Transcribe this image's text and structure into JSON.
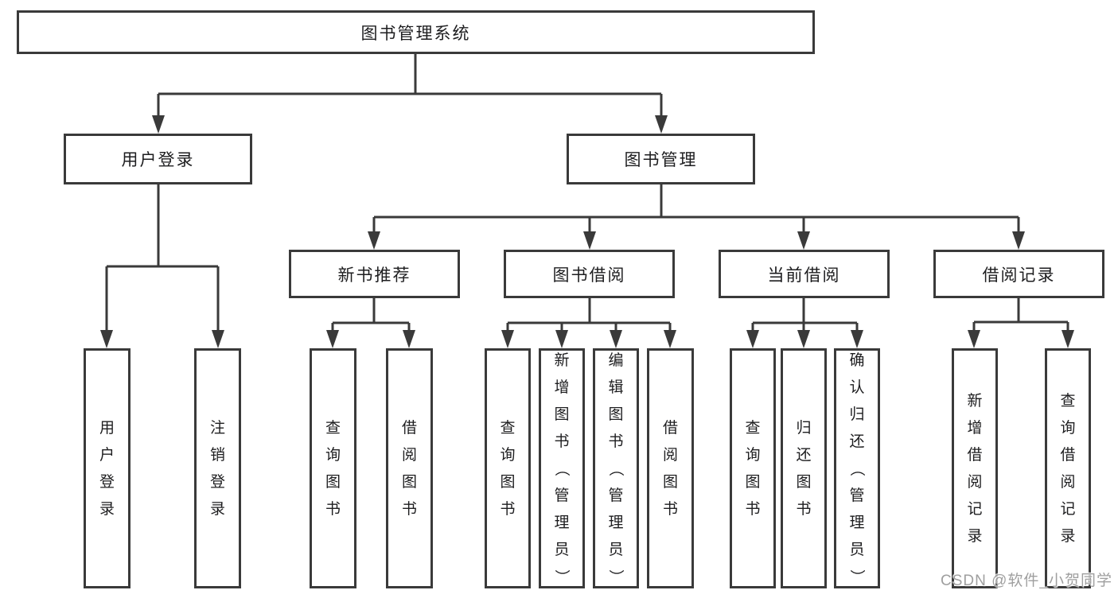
{
  "colors": {
    "line": "#3a3a3a",
    "text": "#1d1d1f",
    "bg": "#ffffff",
    "watermark": "#9f9f9f"
  },
  "watermark": {
    "text": "CSDN @软件_小贺同学"
  },
  "tree": {
    "root": {
      "label": "图书管理系统"
    },
    "branches": [
      {
        "label": "用户登录",
        "children": [
          {
            "label": "用户登录"
          },
          {
            "label": "注销登录"
          }
        ]
      },
      {
        "label": "图书管理",
        "sections": [
          {
            "label": "新书推荐",
            "children": [
              {
                "label": "查询图书"
              },
              {
                "label": "借阅图书"
              }
            ]
          },
          {
            "label": "图书借阅",
            "children": [
              {
                "label": "查询图书"
              },
              {
                "label": "新增图书（管理员）"
              },
              {
                "label": "编辑图书（管理员）"
              },
              {
                "label": "借阅图书"
              }
            ]
          },
          {
            "label": "当前借阅",
            "children": [
              {
                "label": "查询图书"
              },
              {
                "label": "归还图书"
              },
              {
                "label": "确认归还（管理员）"
              }
            ]
          },
          {
            "label": "借阅记录",
            "children": [
              {
                "label": "新增借阅记录"
              },
              {
                "label": "查询借阅记录"
              }
            ]
          }
        ]
      }
    ]
  }
}
